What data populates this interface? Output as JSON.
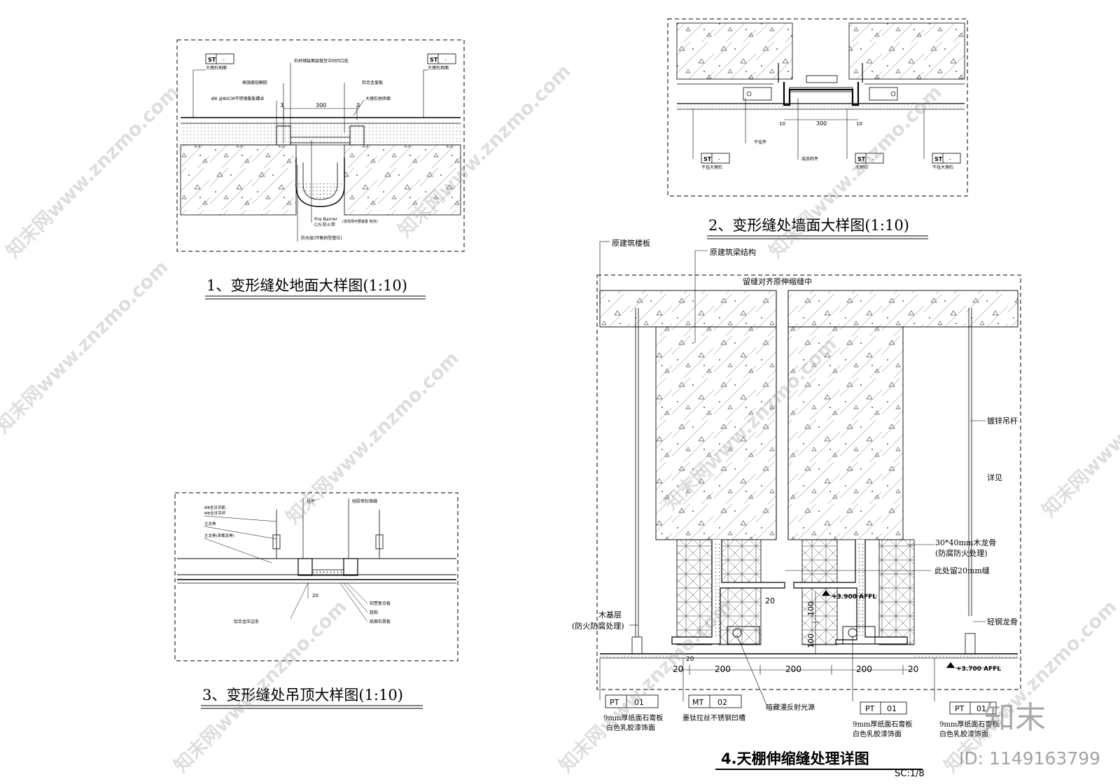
{
  "drawing1": {
    "title": "1、变形缝处地面大样图(1:10)",
    "tag_left_code": "ST",
    "tag_left_num": "-",
    "tag_left_note": "大理石地面",
    "tag_right_code": "ST",
    "tag_right_num": "-",
    "tag_right_note": "大理石地面",
    "note_top": "石材铺装面层做至中间凹口处",
    "note_seal": "高强度硅酮胶",
    "note_bolt": "Ø6 @80CM不锈钢膨胀螺丝",
    "note_plate": "铝合金盖板",
    "note_stone": "大理石地砖面",
    "dim_300": "300",
    "dim_3a": "3",
    "dim_3b": "3",
    "note_fire1": "Fire Barrier",
    "note_fire2": "C/S 防火带",
    "note_fire3": "(发现场可要装置 地沟)",
    "note_water": "防水层(环氧树型管位)"
  },
  "drawing2": {
    "title": "2、变形缝处墙面大样图(1:10)",
    "dim_300": "300",
    "dim_10a": "10",
    "dim_10b": "10",
    "note_a": "干挂件",
    "note_b": "成品构件",
    "tag1_code": "ST",
    "tag1_num": "-",
    "tag1_note": "干挂大理石",
    "tag2_code": "ST",
    "tag2_num": "-",
    "tag2_note": "大理石",
    "tag3_code": "ST",
    "tag3_num": "-",
    "tag3_note": "干挂大理石"
  },
  "drawing3": {
    "title": "3、变形缝处吊顶大样图(1:10)",
    "note_a": "Ø8全牙吊筋",
    "note_b": "M8全牙吊杆",
    "note_c": "主龙骨",
    "note_d": "主龙骨(承载龙骨)",
    "note_e": "挂件",
    "note_f": "硅胶密封填缝",
    "note_g": "铝塑复合板",
    "note_h": "胶粘",
    "note_i": "纸面石膏板",
    "note_j": "铝合金压边条",
    "dim_20": "20"
  },
  "drawing4": {
    "title": "4.天棚伸缩缝处理详图",
    "scale": "SC:1/8",
    "label_slab": "原建筑楼板",
    "label_beam": "原建筑梁结构",
    "label_joint": "留缝对齐原伸缩缝中",
    "label_rod": "镀锌吊杆",
    "label_see": "详见",
    "label_keel1": "30*40mm木龙骨",
    "label_keel2": "(防腐防火处理)",
    "label_gap": "此处留20mm缝",
    "label_base1": "木基层",
    "label_base2": "(防火防腐处理)",
    "label_steel": "轻钢龙骨",
    "elev_1": "+3.900 AFFL",
    "elev_2": "+3.700 AFFL",
    "dim_100a": "100",
    "dim_100b": "100",
    "dim_20a": "20",
    "dim_20b": "20",
    "dim_20c": "20",
    "dim_20d": "20",
    "dim_200a": "200",
    "dim_200b": "200",
    "dim_200c": "200",
    "tag1_code": "PT",
    "tag1_num": "01",
    "tag1_l1": "9mm厚纸面石膏板",
    "tag1_l2": "白色乳胶漆饰面",
    "tag2_code": "MT",
    "tag2_num": "02",
    "tag2_l1": "墨钛拉丝不锈钢凹槽",
    "tag3_l1": "暗藏漫反射光源",
    "tag4_code": "PT",
    "tag4_num": "01",
    "tag4_l1": "9mm厚纸面石膏板",
    "tag4_l2": "白色乳胶漆饰面",
    "tag5_code": "PT",
    "tag5_num": "01",
    "tag5_l1": "9mm厚纸面石膏板",
    "tag5_l2": "白色乳胶漆饰面"
  },
  "branding": {
    "logo_text": "知末",
    "id_text": "ID: 1149163799",
    "watermark": "知末网www.znzmo.com"
  }
}
